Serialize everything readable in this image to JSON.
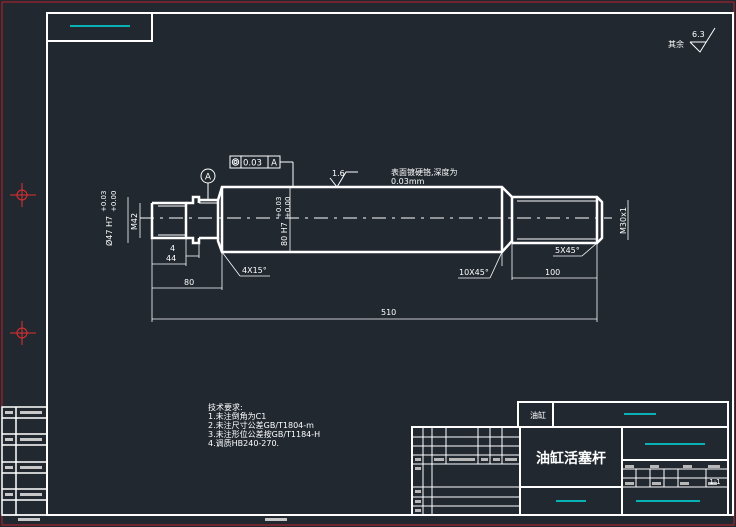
{
  "title_block": {
    "part_name": "油缸活塞杆",
    "top_label": "油缸",
    "scale_label": "1:1"
  },
  "surface_finish": {
    "general_label": "其余",
    "general_value": "6.3",
    "local_value": "1.6"
  },
  "tolerance_frame": {
    "value": "0.03",
    "datum": "A"
  },
  "datum_label": "A",
  "surface_note": {
    "line1": "表面镀硬铬,深度为",
    "line2": "0.03mm"
  },
  "dimensions": {
    "d47": "Ø47 H7",
    "d47_tol_up": "+0.03",
    "d47_tol_dn": "+0.00",
    "m42": "M42",
    "d80": "80 H7",
    "d80_tol_up": "+0.03",
    "d80_tol_dn": "+0.00",
    "m30": "M30x1",
    "len4": "4",
    "len44": "44",
    "len80": "80",
    "chamfer_left": "4X15°",
    "chamfer_mid": "10X45°",
    "len100": "100",
    "chamfer_right": "5X45°",
    "len510": "510"
  },
  "tech_requirements": {
    "heading": "技术要求:",
    "items": [
      "1.未注倒角为C1",
      "2.未注尺寸公差GB/T1804-m",
      "3.未注形位公差按GB/T1184-H",
      "4.调质HB240-270."
    ]
  }
}
